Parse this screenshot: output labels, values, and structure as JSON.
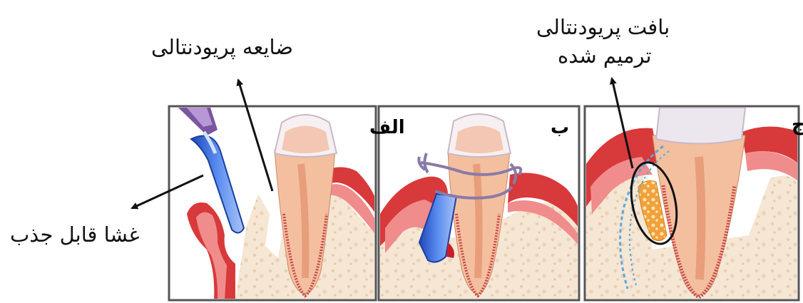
{
  "labels": {
    "periodontal_defect": "ضایعه پریودنتالی",
    "absorbable_membrane": "غشا قابل جذب",
    "regenerated_tissue_line1": "بافت پریودنتالی",
    "regenerated_tissue_line2": "ترمیم شده"
  },
  "panels": {
    "a": "الف",
    "b": "ب",
    "c": "ج"
  },
  "colors": {
    "gum_red": "#d8393a",
    "gum_pink": "#f08c8c",
    "bone": "#f6e6d4",
    "root": "#f3bf9f",
    "crown": "#f7f0f2",
    "membrane_blue": "#3d6fe0",
    "suture_purple": "#8a7aa6",
    "regen_orange": "#f2a13a"
  },
  "icons": [
    "arrow-icon",
    "suture-icon",
    "instrument-icon",
    "ellipse-highlight-icon"
  ]
}
